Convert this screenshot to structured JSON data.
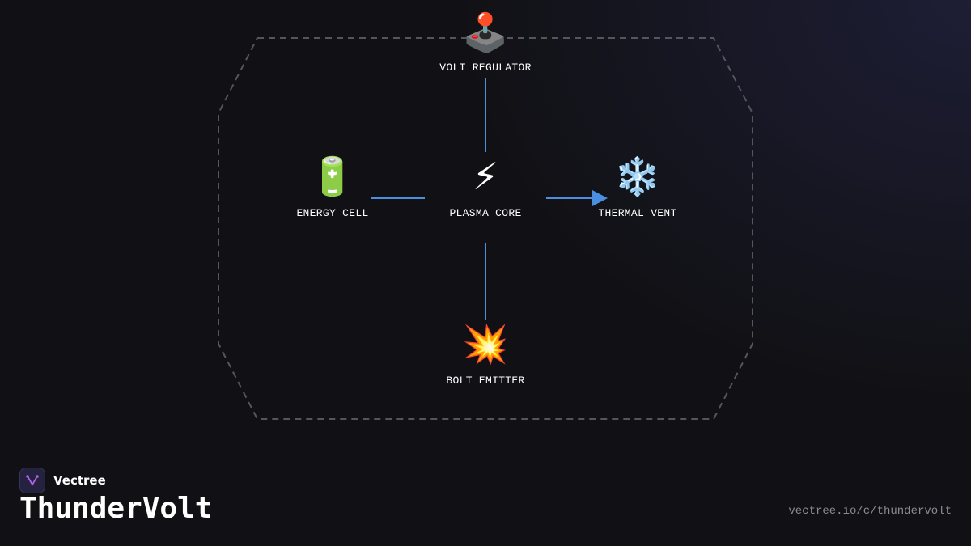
{
  "colors": {
    "background": "#111115",
    "connector": "#4a8fe0",
    "boundary": "#55555c",
    "text": "#ffffff",
    "muted": "#8a8a92",
    "logo_accent": "#b062e8"
  },
  "diagram": {
    "nodes": [
      {
        "id": "volt-regulator",
        "emoji": "🕹️",
        "label": "VOLT REGULATOR"
      },
      {
        "id": "energy-cell",
        "emoji": "🔋",
        "label": "ENERGY CELL"
      },
      {
        "id": "plasma-core",
        "emoji": "⚡",
        "label": "PLASMA CORE"
      },
      {
        "id": "thermal-vent",
        "emoji": "❄️",
        "label": "THERMAL VENT"
      },
      {
        "id": "bolt-emitter",
        "emoji": "💥",
        "label": "BOLT EMITTER"
      }
    ],
    "edges": [
      {
        "from": "volt-regulator",
        "to": "plasma-core",
        "arrow": false
      },
      {
        "from": "energy-cell",
        "to": "plasma-core",
        "arrow": false
      },
      {
        "from": "plasma-core",
        "to": "thermal-vent",
        "arrow": true
      },
      {
        "from": "plasma-core",
        "to": "bolt-emitter",
        "arrow": false
      }
    ]
  },
  "brand": {
    "name": "Vectree",
    "logo_icon": "vectree-logo-icon"
  },
  "title": "ThunderVolt",
  "source_url": "vectree.io/c/thundervolt"
}
